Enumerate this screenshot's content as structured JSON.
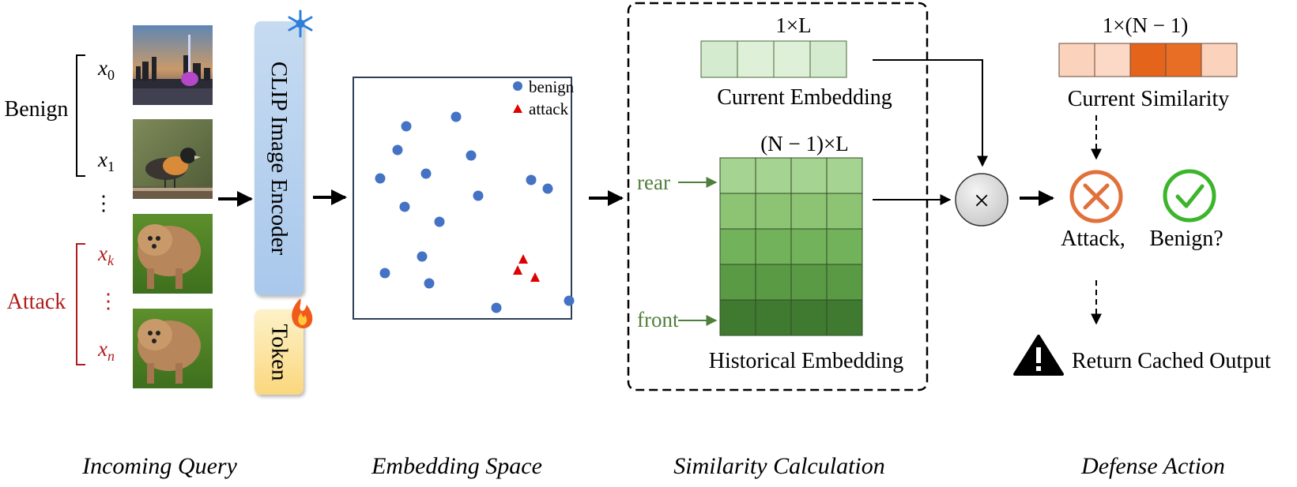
{
  "query": {
    "benign_label": "Benign",
    "attack_label": "Attack",
    "x0": "x",
    "x0_sub": "0",
    "x1": "x",
    "x1_sub": "1",
    "xk": "x",
    "xk_sub": "k",
    "xn": "x",
    "xn_sub": "n",
    "vdots": "⋮",
    "caption": "Incoming Query",
    "images": [
      "city-fountain-night",
      "bird-on-branch",
      "brown-dog",
      "brown-dog"
    ]
  },
  "encoder": {
    "label": "CLIP Image Encoder",
    "token_label": "Token",
    "frozen_icon": "snowflake-icon",
    "trainable_icon": "fire-icon"
  },
  "embedding_space": {
    "legend_benign": "benign",
    "legend_attack": "attack",
    "caption": "Embedding Space",
    "benign_color": "#4472c4",
    "attack_color": "#e00000"
  },
  "similarity": {
    "current_dim": "1×L",
    "current_label": "Current Embedding",
    "hist_dim": "(N − 1)×L",
    "hist_label": "Historical Embedding",
    "rear_label": "rear",
    "front_label": "front",
    "caption": "Similarity Calculation",
    "multiply_symbol": "×"
  },
  "defense": {
    "sim_dim": "1×(N − 1)",
    "sim_label": "Current Similarity",
    "attack_text": "Attack,",
    "benign_text": "Benign?",
    "return_text": "Return Cached Output",
    "caption": "Defense Action",
    "attack_color": "#e2703a",
    "benign_color": "#3cb52b"
  }
}
